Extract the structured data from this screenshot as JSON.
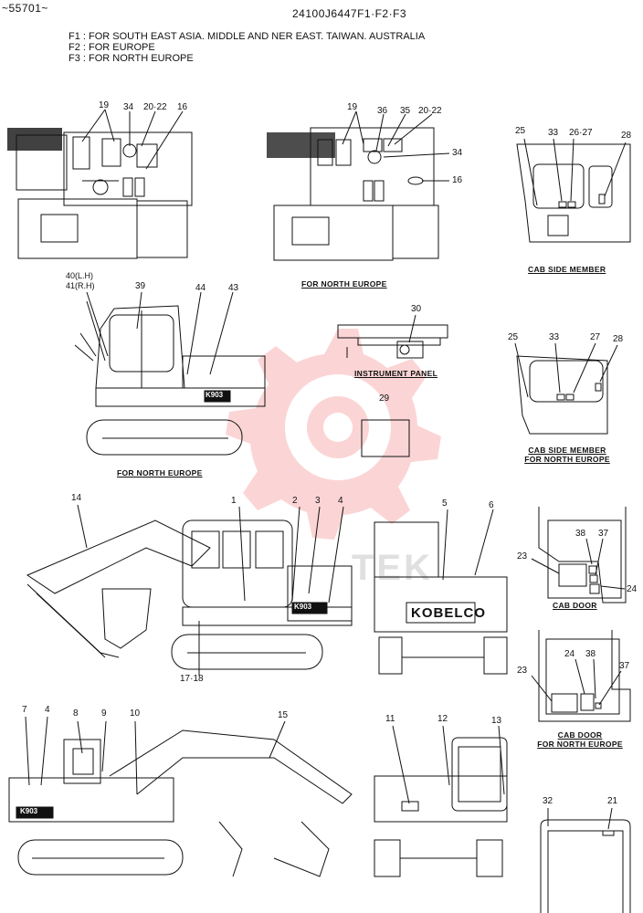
{
  "header": {
    "serial_range": "~55701~",
    "part_number": "24100J6447F1·F2·F3",
    "notes": [
      "F1 : FOR SOUTH EAST ASIA. MIDDLE AND NER EAST. TAIWAN. AUSTRALIA",
      "F2 : FOR EUROPE",
      "F3 : FOR NORTH EUROPE"
    ]
  },
  "captions": {
    "north_europe_top": "FOR NORTH EUROPE",
    "cab_side_member": "CAB SIDE MEMBER",
    "instrument_panel": "INSTRUMENT PANEL",
    "cab_side_member_ne_1": "CAB SIDE MEMBER",
    "cab_side_member_ne_2": "FOR NORTH EUROPE",
    "north_europe_mid": "FOR NORTH EUROPE",
    "cab_door": "CAB DOOR",
    "cab_door_ne_1": "CAB DOOR",
    "cab_door_ne_2": "FOR NORTH EUROPE"
  },
  "labels": {
    "l19a": "19",
    "l34a": "34",
    "l2022a": "20·22",
    "l16a": "16",
    "l19b": "19",
    "l36": "36",
    "l35": "35",
    "l2022b": "20·22",
    "l34b": "34",
    "l16b": "16",
    "l25a": "25",
    "l33a": "33",
    "l2627": "26·27",
    "l28a": "28",
    "l40": "40(L.H)",
    "l41": "41(R.H)",
    "l39": "39",
    "l44": "44",
    "l43": "43",
    "l30": "30",
    "l29": "29",
    "l25b": "25",
    "l33b": "33",
    "l27b": "27",
    "l28b": "28",
    "l14": "14",
    "l1": "1",
    "l2": "2",
    "l3": "3",
    "l4a": "4",
    "l5": "5",
    "l6": "6",
    "l1718": "17·18",
    "l38a": "38",
    "l37a": "37",
    "l23a": "23",
    "l24a": "24",
    "l24b": "24",
    "l38b": "38",
    "l37b": "37",
    "l23b": "23",
    "l7": "7",
    "l4b": "4",
    "l8": "8",
    "l9": "9",
    "l10": "10",
    "l15": "15",
    "l11": "11",
    "l12": "12",
    "l13": "13",
    "l32": "32",
    "l21": "21"
  },
  "decals": {
    "kobelco": "KOBELCO",
    "model_a": "K903",
    "model_b": "K903",
    "model_c": "K903"
  },
  "watermark": "TEK"
}
